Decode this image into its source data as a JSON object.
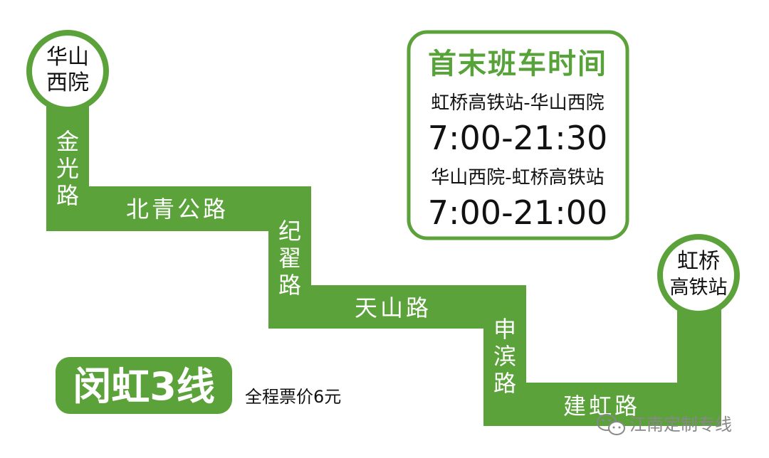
{
  "colors": {
    "route_green": "#5ba23a",
    "title_green": "#57a33a",
    "text_dark": "#111111",
    "background": "#ffffff",
    "watermark_gray": "#888888"
  },
  "terminals": {
    "start": {
      "line1": "华山",
      "line2": "西院"
    },
    "end": {
      "line1": "虹桥",
      "line2": "高铁站"
    }
  },
  "roads": {
    "jinguang": [
      "金",
      "光",
      "路"
    ],
    "beiqing": "北青公路",
    "jidi": [
      "纪",
      "翟",
      "路"
    ],
    "tianshan": "天山路",
    "shenbin": [
      "申",
      "滨",
      "路"
    ],
    "jianhong": "建虹路"
  },
  "schedule": {
    "title": "首末班车时间",
    "directions": [
      {
        "route": "虹桥高铁站-华山西院",
        "time": "7:00-21:30"
      },
      {
        "route": "华山西院-虹桥高铁站",
        "time": "7:00-21:00"
      }
    ]
  },
  "line": {
    "name": "闵虹3线",
    "fare": "全程票价6元"
  },
  "watermark": {
    "icon": "wechat-icon",
    "text": "江南定制专线"
  }
}
